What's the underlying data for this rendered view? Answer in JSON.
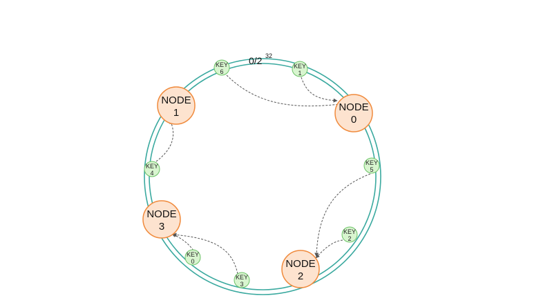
{
  "ring_label": {
    "base": "0/2",
    "exponent": "32"
  },
  "nodes": [
    {
      "id": "node-0",
      "line1": "NODE",
      "line2": "0"
    },
    {
      "id": "node-1",
      "line1": "NODE",
      "line2": "1"
    },
    {
      "id": "node-2",
      "line1": "NODE",
      "line2": "2"
    },
    {
      "id": "node-3",
      "line1": "NODE",
      "line2": "3"
    }
  ],
  "keys": [
    {
      "id": "key-6",
      "line1": "KEY",
      "line2": "6",
      "maps_to": "node-0"
    },
    {
      "id": "key-1",
      "line1": "KEY",
      "line2": "1",
      "maps_to": "node-0"
    },
    {
      "id": "key-5",
      "line1": "KEY",
      "line2": "5",
      "maps_to": "node-2"
    },
    {
      "id": "key-2",
      "line1": "KEY",
      "line2": "2",
      "maps_to": "node-2"
    },
    {
      "id": "key-4",
      "line1": "KEY",
      "line2": "4",
      "maps_to": "node-1"
    },
    {
      "id": "key-0",
      "line1": "KEY",
      "line2": "0",
      "maps_to": "node-3"
    },
    {
      "id": "key-3",
      "line1": "KEY",
      "line2": "3",
      "maps_to": "node-3"
    }
  ],
  "colors": {
    "ring": "#3aa99f",
    "node_fill": "#fde3cf",
    "node_stroke": "#f08a3c",
    "key_fill": "#d8f5cf",
    "key_stroke": "#6cc267",
    "arrow": "#555555"
  }
}
